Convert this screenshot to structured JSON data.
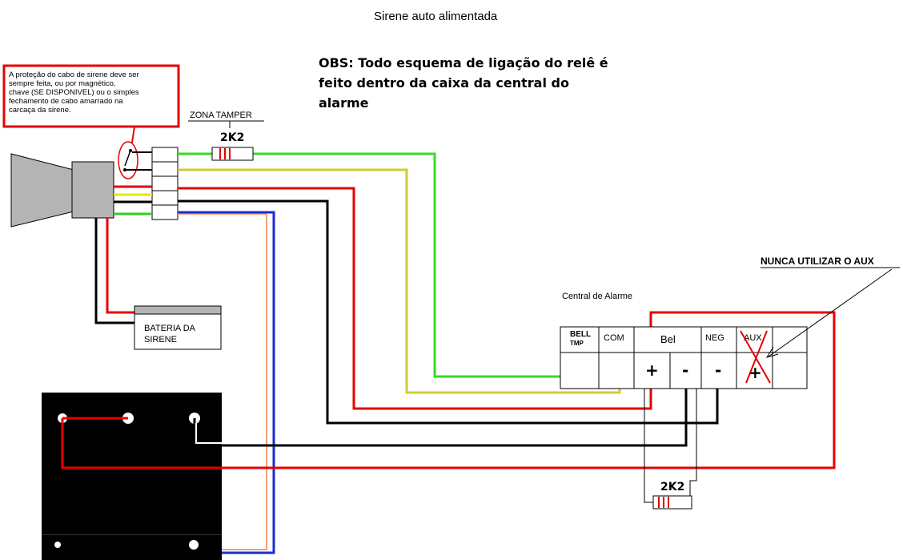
{
  "title": "Sirene auto alimentada",
  "obs_note": {
    "lines": [
      "OBS: Todo esquema de ligação do relê é",
      "feito dentro da caixa da central do",
      "alarme"
    ]
  },
  "protection_note": {
    "lines": [
      "A proteção do cabo de sirene deve ser",
      " sempre feita, ou por magnético,",
      "chave (SE DISPONIVEL) ou o simples",
      "fechamento de cabo amarrado na",
      "carcaça da sirene."
    ]
  },
  "tamper_zone": {
    "label": "ZONA TAMPER",
    "resistor": "2K2"
  },
  "battery": {
    "lines": [
      "BATERIA DA",
      "SIRENE"
    ]
  },
  "panel": {
    "title": "Central de Alarme",
    "terminals": {
      "bell_tmp": [
        "BELL",
        "TMP"
      ],
      "com": "COM",
      "bel": "Bel",
      "neg": "NEG",
      "aux": "AUX"
    },
    "signs": {
      "plus": "+",
      "minus1": "-",
      "minus2": "-",
      "aux_plus": "+"
    }
  },
  "bottom_resistor": "2K2",
  "warning": "NUNCA UTILIZAR O AUX",
  "colors": {
    "red": "#e60000",
    "green": "#33dd22",
    "yellow": "#cccc33",
    "blue": "#1a2bd6",
    "orange": "#f0a070",
    "black": "#000000",
    "siren_gray": "#b4b4b4",
    "relay_board": "#000000"
  }
}
